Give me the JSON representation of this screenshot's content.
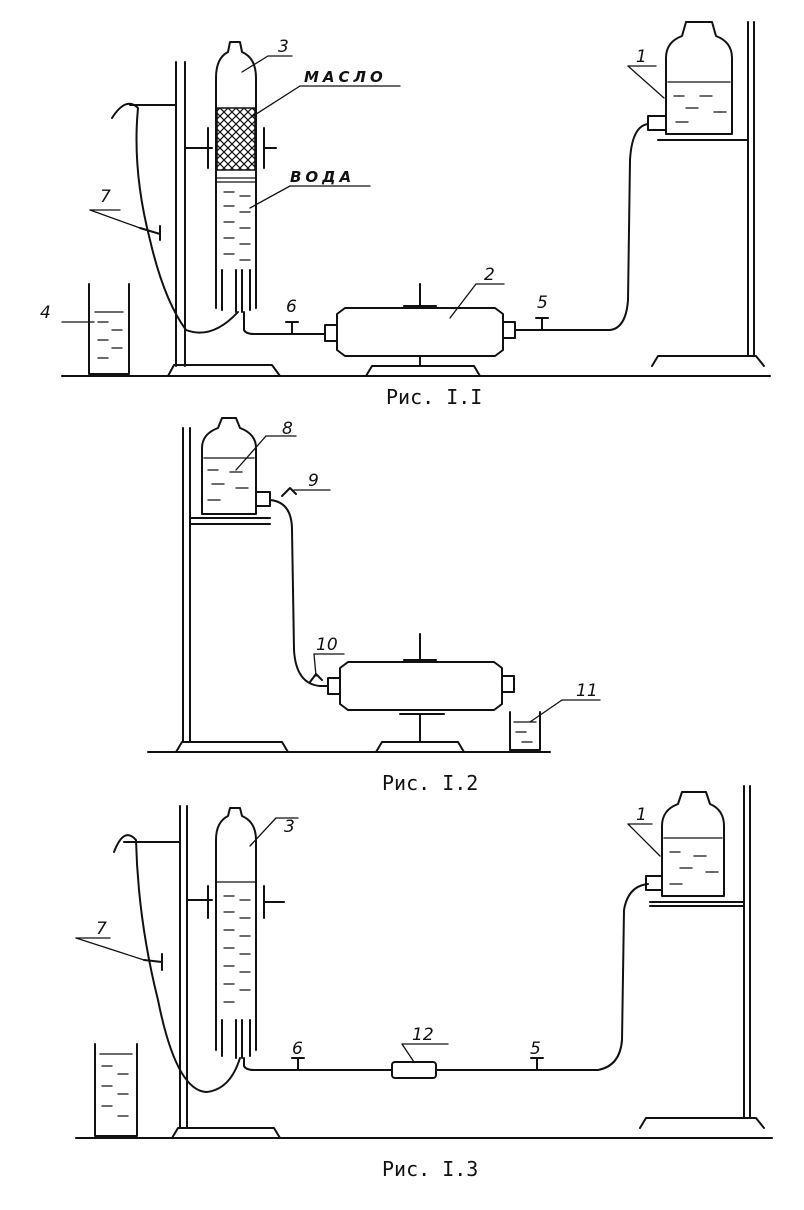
{
  "figures": [
    {
      "caption": "Рис. I.I",
      "labels": {
        "n1": "1",
        "n2": "2",
        "n3": "3",
        "n4": "4",
        "n5": "5",
        "n6": "6",
        "n7": "7",
        "oil": "МАСЛО",
        "water": "ВОДА"
      }
    },
    {
      "caption": "Рис. I.2",
      "labels": {
        "n8": "8",
        "n9": "9",
        "n10": "10",
        "n11": "11"
      }
    },
    {
      "caption": "Рис. I.3",
      "labels": {
        "n1": "1",
        "n3": "3",
        "n5": "5",
        "n6": "6",
        "n7": "7",
        "n12": "12"
      }
    }
  ]
}
